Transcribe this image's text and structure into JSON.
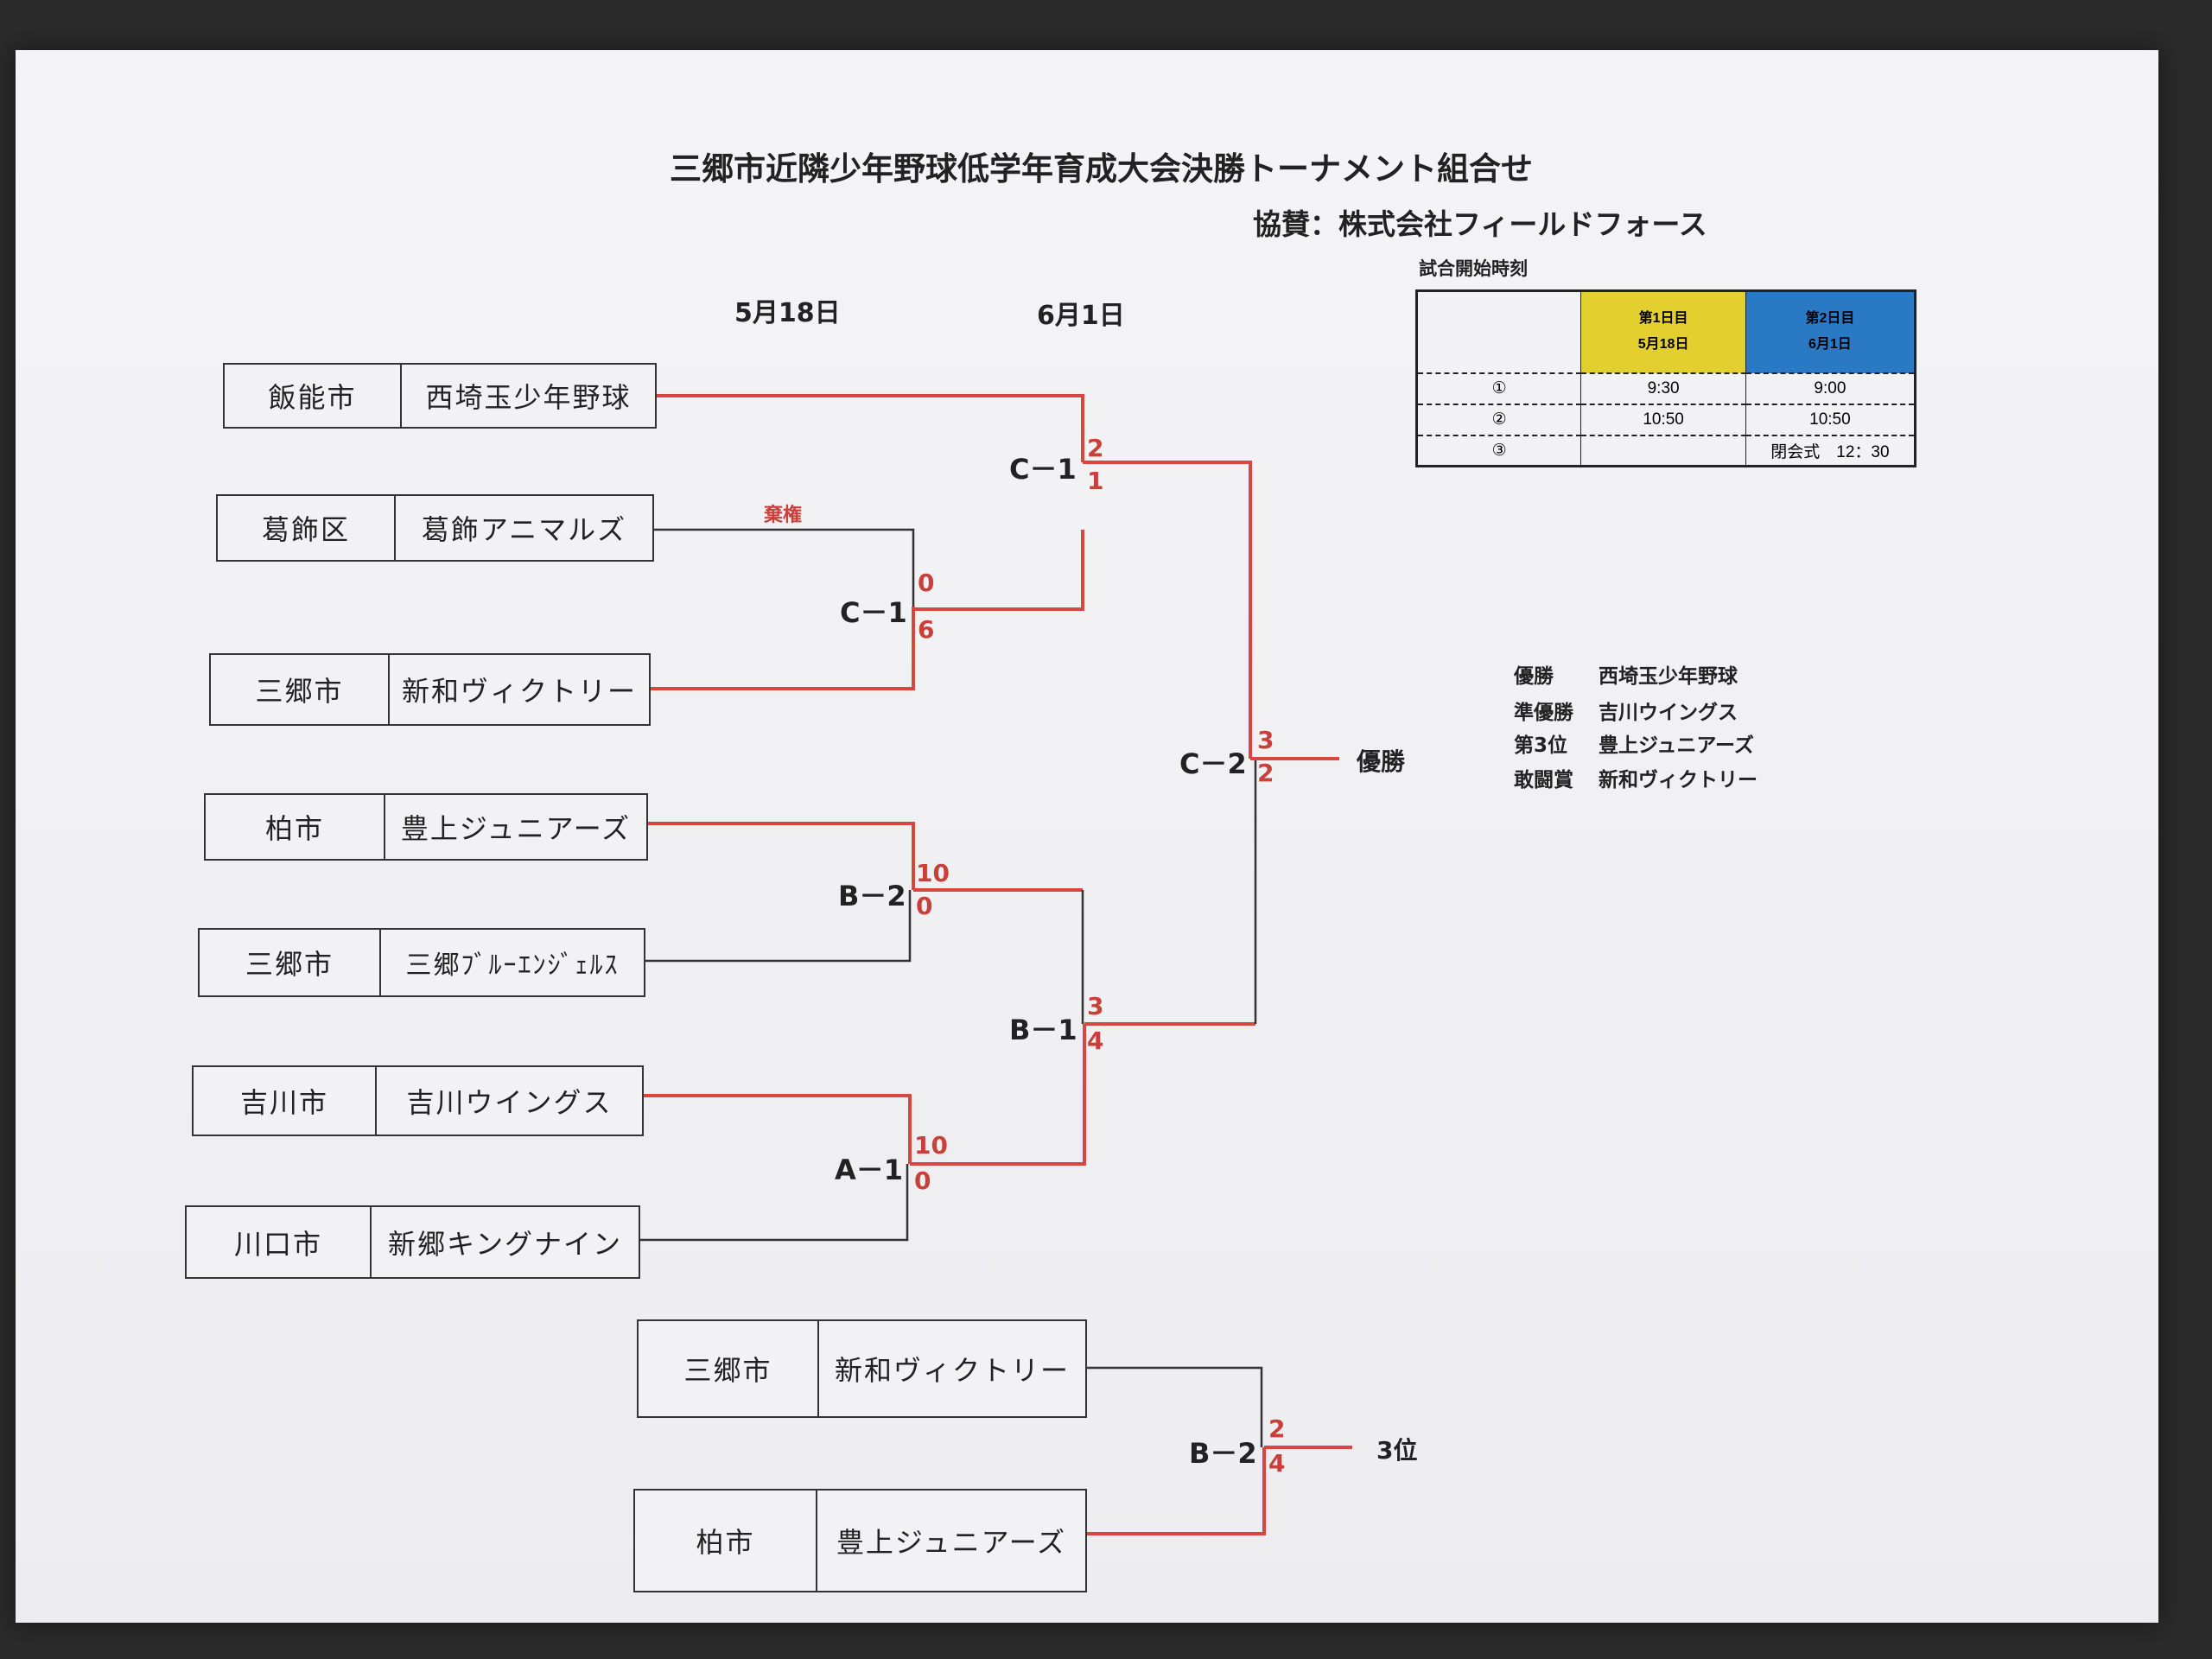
{
  "title": "三郷市近隣少年野球低学年育成大会決勝トーナメント組合せ",
  "sponsor": "協賛：株式会社フィールドフォース",
  "dates": {
    "round1": "5月18日",
    "round2": "6月1日"
  },
  "schedule": {
    "caption": "試合開始時刻",
    "day1_label": "第1日目",
    "day1_date": "5月18日",
    "day2_label": "第2日目",
    "day2_date": "6月1日",
    "rows": [
      {
        "slot": "①",
        "day1": "9:30",
        "day2": "9:00"
      },
      {
        "slot": "②",
        "day1": "10:50",
        "day2": "10:50"
      },
      {
        "slot": "③",
        "day1": "",
        "day2": "閉会式　12：30"
      }
    ]
  },
  "teams": [
    {
      "city": "飯能市",
      "name": "西埼玉少年野球"
    },
    {
      "city": "葛飾区",
      "name": "葛飾アニマルズ"
    },
    {
      "city": "三郷市",
      "name": "新和ヴィクトリー"
    },
    {
      "city": "柏市",
      "name": "豊上ジュニアーズ"
    },
    {
      "city": "三郷市",
      "name": "三郷ﾌﾞﾙｰｴﾝｼﾞｪﾙｽ"
    },
    {
      "city": "吉川市",
      "name": "吉川ウイングス"
    },
    {
      "city": "川口市",
      "name": "新郷キングナイン"
    }
  ],
  "third_place_teams": [
    {
      "city": "三郷市",
      "name": "新和ヴィクトリー"
    },
    {
      "city": "柏市",
      "name": "豊上ジュニアーズ"
    }
  ],
  "matches": {
    "r1_top": {
      "code": "C－1",
      "score_top": "0",
      "score_bottom": "6",
      "note": "棄権"
    },
    "r1_b2": {
      "code": "B－2",
      "score_top": "10",
      "score_bottom": "0"
    },
    "r1_a1": {
      "code": "A－1",
      "score_top": "10",
      "score_bottom": "0"
    },
    "sf_c1": {
      "code": "C－1",
      "score_top": "2",
      "score_bottom": "1"
    },
    "sf_b1": {
      "code": "B－1",
      "score_top": "3",
      "score_bottom": "4"
    },
    "final": {
      "code": "C－2",
      "score_top": "3",
      "score_bottom": "2",
      "label": "優勝"
    },
    "third": {
      "code": "B－2",
      "score_top": "2",
      "score_bottom": "4",
      "label": "3位"
    }
  },
  "results": [
    {
      "award": "優勝",
      "team": "西埼玉少年野球"
    },
    {
      "award": "準優勝",
      "team": "吉川ウイングス"
    },
    {
      "award": "第3位",
      "team": "豊上ジュニアーズ"
    },
    {
      "award": "敢闘賞",
      "team": "新和ヴィクトリー"
    }
  ],
  "colors": {
    "winner_line": "#d9453f",
    "loser_line": "#333333",
    "day1": "#e3cf2e",
    "day2": "#2a79c5"
  }
}
